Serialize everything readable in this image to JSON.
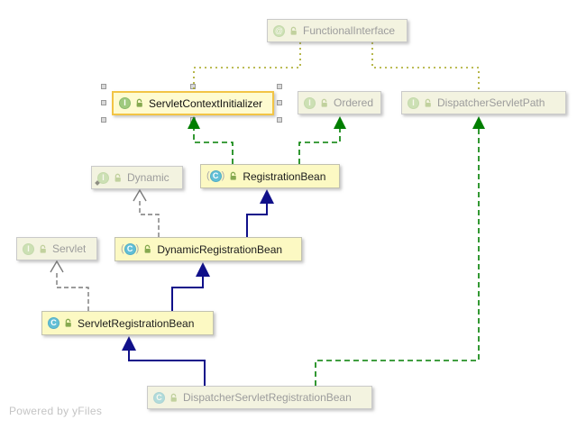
{
  "app": {
    "view": "class-diagram",
    "watermark": "Powered by yFiles"
  },
  "colors": {
    "selection_border": "#F2C445",
    "active_node_fill": "#FCF9C3",
    "inactive_node_fill": "#F3F3E0",
    "extends_edge": "#10108A",
    "implements_edge": "#007E00",
    "generic_dependency_edge": "#7A7A7A",
    "annotation_edge": "#A5A51F",
    "interface_icon": "#9FCA7F",
    "class_icon": "#62BFD6"
  },
  "diagram": {
    "nodes": [
      {
        "id": "functional-interface",
        "label": "FunctionalInterface",
        "kind": "annotation",
        "icon_letter": "@",
        "state": "inactive"
      },
      {
        "id": "servlet-context-initializer",
        "label": "ServletContextInitializer",
        "kind": "interface",
        "icon_letter": "I",
        "state": "selected"
      },
      {
        "id": "ordered",
        "label": "Ordered",
        "kind": "interface",
        "icon_letter": "I",
        "state": "inactive"
      },
      {
        "id": "dispatcher-servlet-path",
        "label": "DispatcherServletPath",
        "kind": "interface",
        "icon_letter": "I",
        "state": "inactive"
      },
      {
        "id": "dynamic",
        "label": "Dynamic",
        "kind": "interface",
        "icon_letter": "I",
        "state": "inactive",
        "modifier": "inner"
      },
      {
        "id": "registration-bean",
        "label": "RegistrationBean",
        "kind": "abstract-class",
        "icon_letter": "C",
        "state": "active"
      },
      {
        "id": "servlet",
        "label": "Servlet",
        "kind": "interface",
        "icon_letter": "I",
        "state": "inactive"
      },
      {
        "id": "dynamic-registration-bean",
        "label": "DynamicRegistrationBean",
        "kind": "abstract-class",
        "icon_letter": "C",
        "state": "active"
      },
      {
        "id": "servlet-registration-bean",
        "label": "ServletRegistrationBean",
        "kind": "class",
        "icon_letter": "C",
        "state": "active"
      },
      {
        "id": "dispatcher-servlet-registration-bean",
        "label": "DispatcherServletRegistrationBean",
        "kind": "class",
        "icon_letter": "C",
        "state": "inactive"
      }
    ],
    "edges": [
      {
        "from": "ServletContextInitializer",
        "to": "FunctionalInterface",
        "type": "annotation"
      },
      {
        "from": "DispatcherServletPath",
        "to": "FunctionalInterface",
        "type": "annotation"
      },
      {
        "from": "RegistrationBean",
        "to": "ServletContextInitializer",
        "type": "implements"
      },
      {
        "from": "RegistrationBean",
        "to": "Ordered",
        "type": "implements"
      },
      {
        "from": "DynamicRegistrationBean",
        "to": "RegistrationBean",
        "type": "extends"
      },
      {
        "from": "DynamicRegistrationBean",
        "to": "Dynamic",
        "type": "generic-dependency"
      },
      {
        "from": "ServletRegistrationBean",
        "to": "DynamicRegistrationBean",
        "type": "extends"
      },
      {
        "from": "ServletRegistrationBean",
        "to": "Servlet",
        "type": "generic-dependency"
      },
      {
        "from": "DispatcherServletRegistrationBean",
        "to": "ServletRegistrationBean",
        "type": "extends"
      },
      {
        "from": "DispatcherServletRegistrationBean",
        "to": "DispatcherServletPath",
        "type": "implements"
      }
    ]
  }
}
